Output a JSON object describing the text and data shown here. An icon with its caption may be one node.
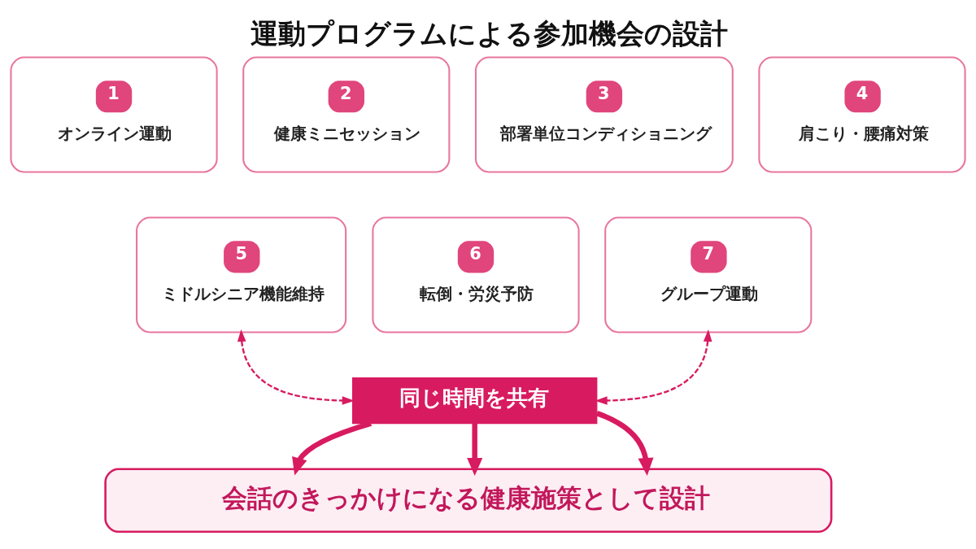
{
  "diagram": {
    "title": "運動プログラムによる参加機会の設計",
    "nodes": [
      {
        "text": [
          "1",
          "オンライン運動"
        ]
      },
      {
        "text": [
          "2",
          "健康ミニセッション"
        ]
      },
      {
        "text": [
          "3",
          "部署単位コンディショニング"
        ]
      },
      {
        "text": [
          "4",
          "肩こり・腰痛対策"
        ]
      },
      {
        "text": [
          "5",
          "ミドルシニア機能維持"
        ]
      },
      {
        "text": [
          "6",
          "転倒・労災予防"
        ]
      },
      {
        "text": [
          "7",
          "グループ運動"
        ]
      },
      {
        "text": [
          "同じ時間を共有"
        ]
      },
      {
        "text": [
          "会話のきっかけになる健康施策として設計"
        ]
      }
    ],
    "edges": [
      {
        "from": 4,
        "to": 7,
        "arrow": "both",
        "style": "dashed"
      },
      {
        "from": 6,
        "to": 7,
        "arrow": "both",
        "style": "dashed"
      },
      {
        "from": 7,
        "to": 8,
        "arrow": "to"
      },
      {
        "from": 7,
        "to": 8,
        "arrow": "to"
      },
      {
        "from": 7,
        "to": 8,
        "arrow": "to"
      }
    ]
  }
}
